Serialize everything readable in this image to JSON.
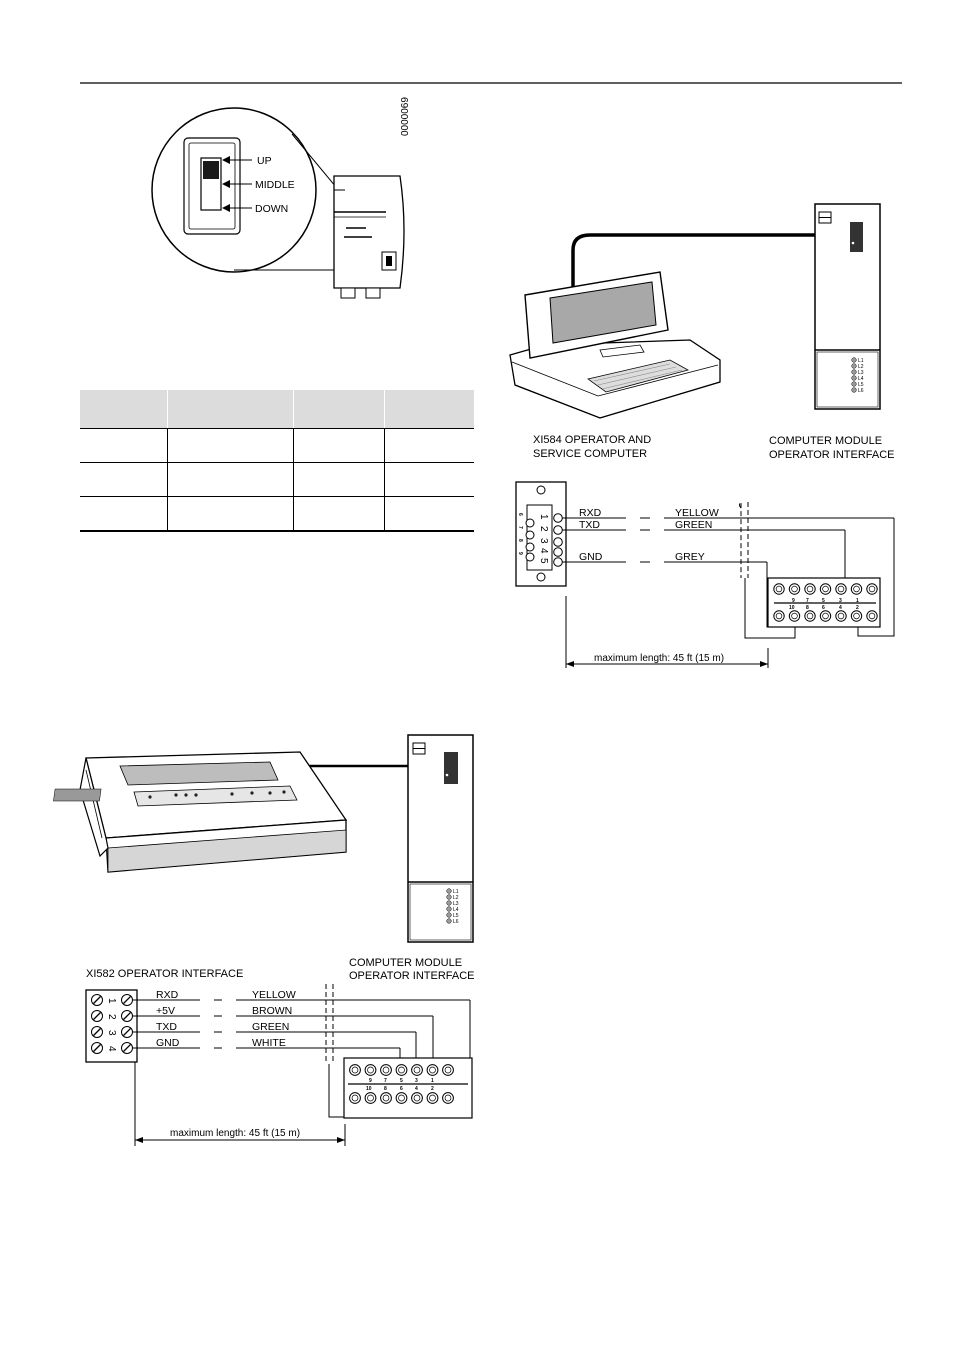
{
  "switch_figure": {
    "code": "0000069",
    "positions": [
      "UP",
      "MIDDLE",
      "DOWN"
    ]
  },
  "spec_table": {
    "header": [
      "",
      "",
      "",
      ""
    ],
    "rows": [
      [
        "",
        "",
        "",
        ""
      ],
      [
        "",
        "",
        "",
        ""
      ],
      [
        "",
        "",
        "",
        ""
      ]
    ]
  },
  "xi584_figure": {
    "device_label_line1": "XI584 OPERATOR AND",
    "device_label_line2": "SERVICE COMPUTER",
    "module_label_line1": "COMPUTER MODULE",
    "module_label_line2": "OPERATOR INTERFACE",
    "pins": [
      "1",
      "2",
      "3",
      "4",
      "5"
    ],
    "side_pins": [
      "6",
      "7",
      "8",
      "9"
    ],
    "wires": [
      {
        "signal": "RXD",
        "color": "YELLOW"
      },
      {
        "signal": "TXD",
        "color": "GREEN"
      },
      {
        "signal": "GND",
        "color": "GREY"
      }
    ],
    "max_length": "maximum length: 45 ft (15 m)"
  },
  "xi582_figure": {
    "device_label": "XI582 OPERATOR INTERFACE",
    "module_label_line1": "COMPUTER MODULE",
    "module_label_line2": "OPERATOR INTERFACE",
    "terminals": [
      "1",
      "2",
      "3",
      "4"
    ],
    "wires": [
      {
        "signal": "RXD",
        "color": "YELLOW"
      },
      {
        "signal": "+5V",
        "color": "BROWN"
      },
      {
        "signal": "TXD",
        "color": "GREEN"
      },
      {
        "signal": "GND",
        "color": "WHITE"
      }
    ],
    "max_length": "maximum length: 45 ft (15 m)"
  },
  "connector_block": {
    "top_numbers": [
      "9",
      "7",
      "5",
      "3",
      "1"
    ],
    "bottom_numbers": [
      "10",
      "8",
      "6",
      "4",
      "2"
    ]
  },
  "module_leds": [
    "L1",
    "L2",
    "L3",
    "L4",
    "L5",
    "L6"
  ]
}
